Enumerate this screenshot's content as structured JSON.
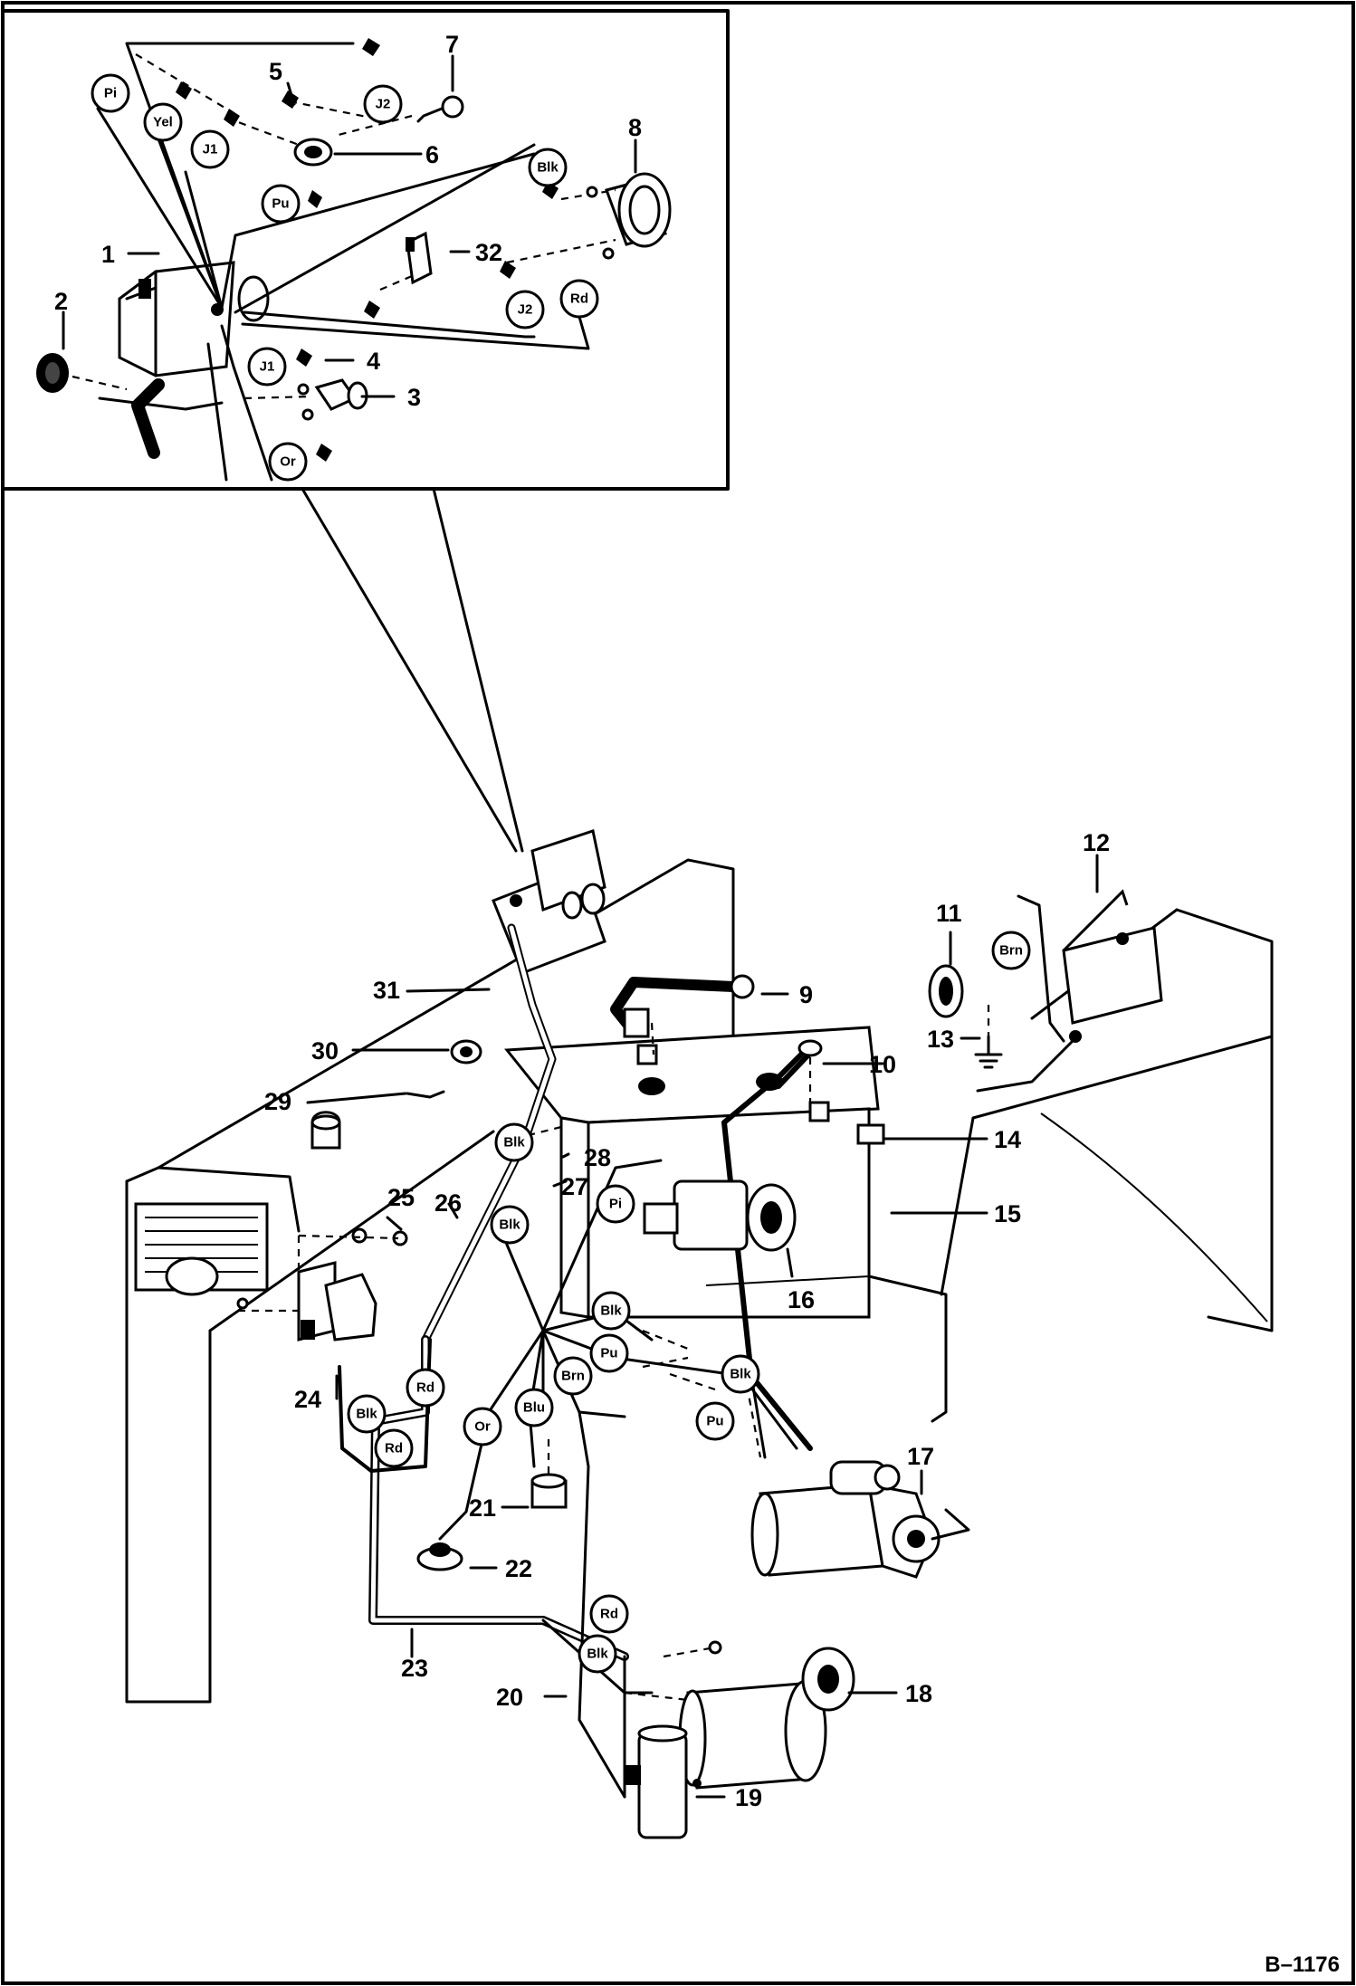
{
  "figure_id": "B–1176",
  "callouts": [
    "1",
    "2",
    "3",
    "4",
    "5",
    "6",
    "7",
    "8",
    "9",
    "10",
    "11",
    "12",
    "13",
    "14",
    "15",
    "16",
    "17",
    "18",
    "19",
    "20",
    "21",
    "22",
    "23",
    "24",
    "25",
    "26",
    "27",
    "28",
    "29",
    "30",
    "31",
    "32"
  ],
  "wire_tags": [
    "Pi",
    "Yel",
    "J1",
    "J2",
    "Pu",
    "Blk",
    "J2",
    "Rd",
    "J1",
    "Or",
    "Brn",
    "Blk",
    "Pi",
    "Blk",
    "Blk",
    "Pu",
    "Brn",
    "Blk",
    "Pu",
    "Blu",
    "Or",
    "Blk",
    "Rd",
    "Rd",
    "Blk"
  ]
}
